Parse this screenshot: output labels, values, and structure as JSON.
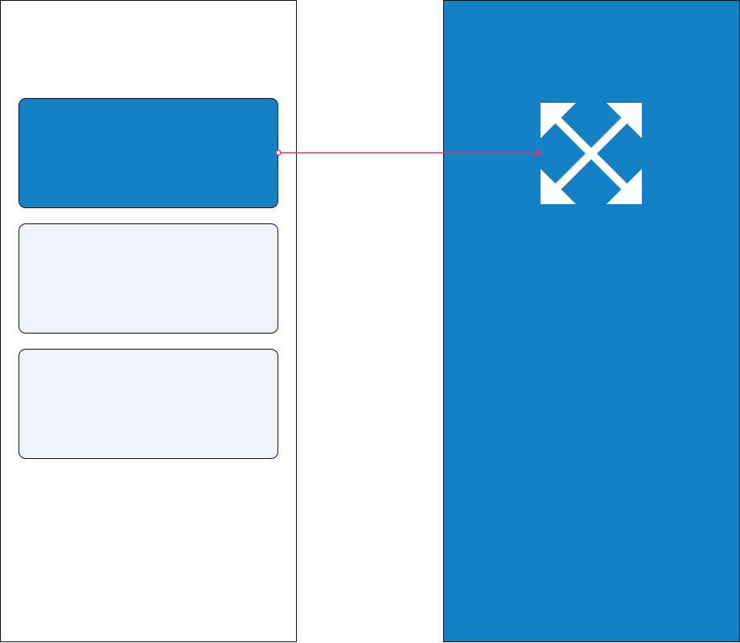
{
  "colors": {
    "accent_blue": "#1480c5",
    "card_light": "#eef3fa",
    "connector": "#e0336b",
    "outline": "#111111",
    "icon": "#ffffff"
  },
  "cards": [
    {
      "state": "selected",
      "fill": "#1480c5"
    },
    {
      "state": "default",
      "fill": "#eef3fa"
    },
    {
      "state": "default",
      "fill": "#eef3fa"
    }
  ],
  "detail_panel": {
    "fill": "#1480c5",
    "icon": "expand-arrows-icon"
  }
}
